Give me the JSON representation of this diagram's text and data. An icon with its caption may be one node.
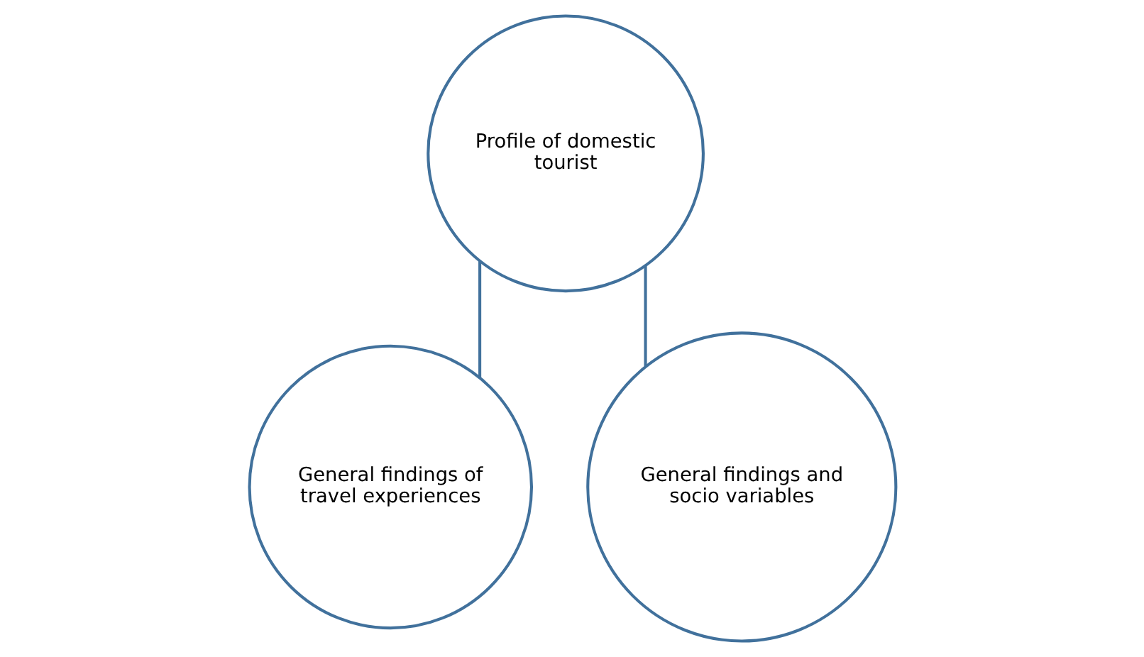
{
  "diagram": {
    "nodes": [
      {
        "text": [
          "Profile of domestic tourist"
        ]
      },
      {
        "text": [
          "General findings of travel experiences"
        ]
      },
      {
        "text": [
          "General findings and socio variables"
        ]
      }
    ],
    "edges": [
      {
        "from": 0,
        "to": 1,
        "arrow": "none"
      },
      {
        "from": 0,
        "to": 2,
        "arrow": "none"
      }
    ]
  }
}
